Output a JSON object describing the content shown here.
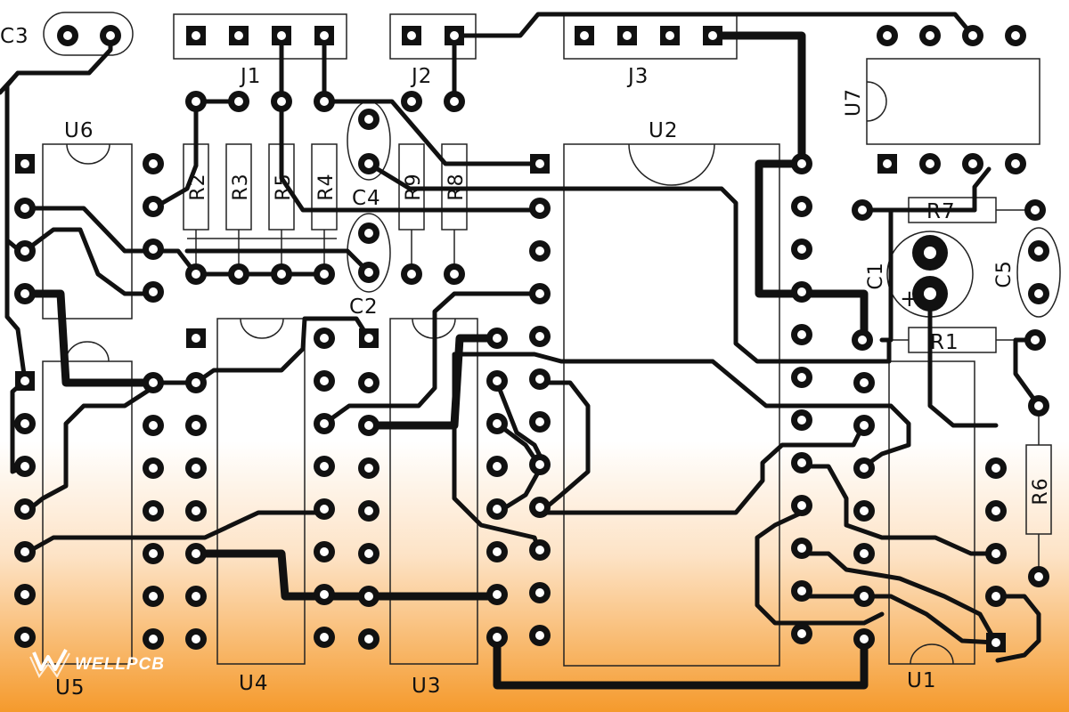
{
  "board": {
    "background_top": "#ffffff",
    "background_bottom": "#f59a2c",
    "trace_color": "#111111",
    "outline_color": "#222222"
  },
  "labels": {
    "c3": "C3",
    "j1": "J1",
    "j2": "J2",
    "j3": "J3",
    "u6": "U6",
    "u2": "U2",
    "u7": "U7",
    "r2": "R2",
    "r3": "R3",
    "r5": "R5",
    "r4": "R4",
    "r9": "R9",
    "r8": "R8",
    "c4": "C4",
    "c2": "C2",
    "c1": "C1",
    "c5": "C5",
    "r7": "R7",
    "r1": "R1",
    "r6": "R6",
    "u5": "U5",
    "u4": "U4",
    "u3": "U3",
    "u1": "U1"
  },
  "brand": {
    "name": "WELLPCB",
    "icon": "wellpcb-logo-icon"
  }
}
